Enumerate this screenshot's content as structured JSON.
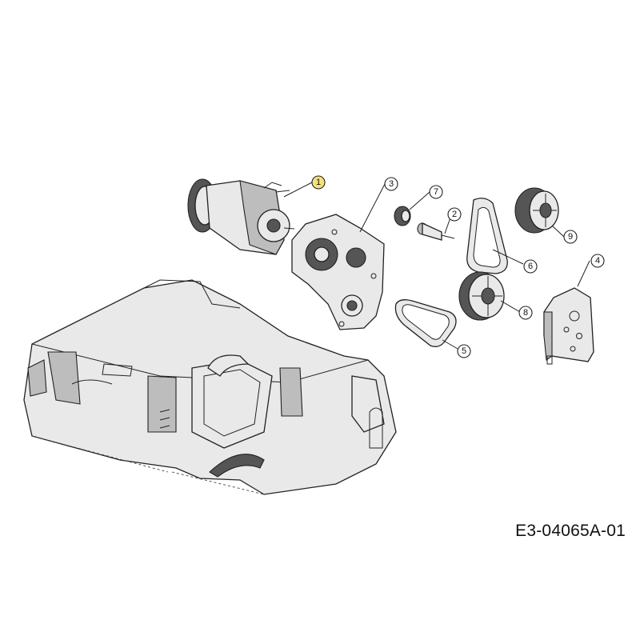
{
  "drawing_code": "E3-04065A-01",
  "colors": {
    "highlight": "#f6e27a",
    "line": "#222222",
    "background": "#ffffff"
  },
  "callouts": [
    {
      "id": "1",
      "label": "1",
      "highlighted": true,
      "part": "motor"
    },
    {
      "id": "2",
      "label": "2",
      "highlighted": false,
      "part": "shaft"
    },
    {
      "id": "3",
      "label": "3",
      "highlighted": false,
      "part": "gear-housing"
    },
    {
      "id": "4",
      "label": "4",
      "highlighted": false,
      "part": "bracket-plate"
    },
    {
      "id": "5",
      "label": "5",
      "highlighted": false,
      "part": "belt-small"
    },
    {
      "id": "6",
      "label": "6",
      "highlighted": false,
      "part": "belt-large"
    },
    {
      "id": "7",
      "label": "7",
      "highlighted": false,
      "part": "pinion-gear"
    },
    {
      "id": "8",
      "label": "8",
      "highlighted": false,
      "part": "gear-wheel"
    },
    {
      "id": "9",
      "label": "9",
      "highlighted": false,
      "part": "pulley-wheel"
    }
  ]
}
